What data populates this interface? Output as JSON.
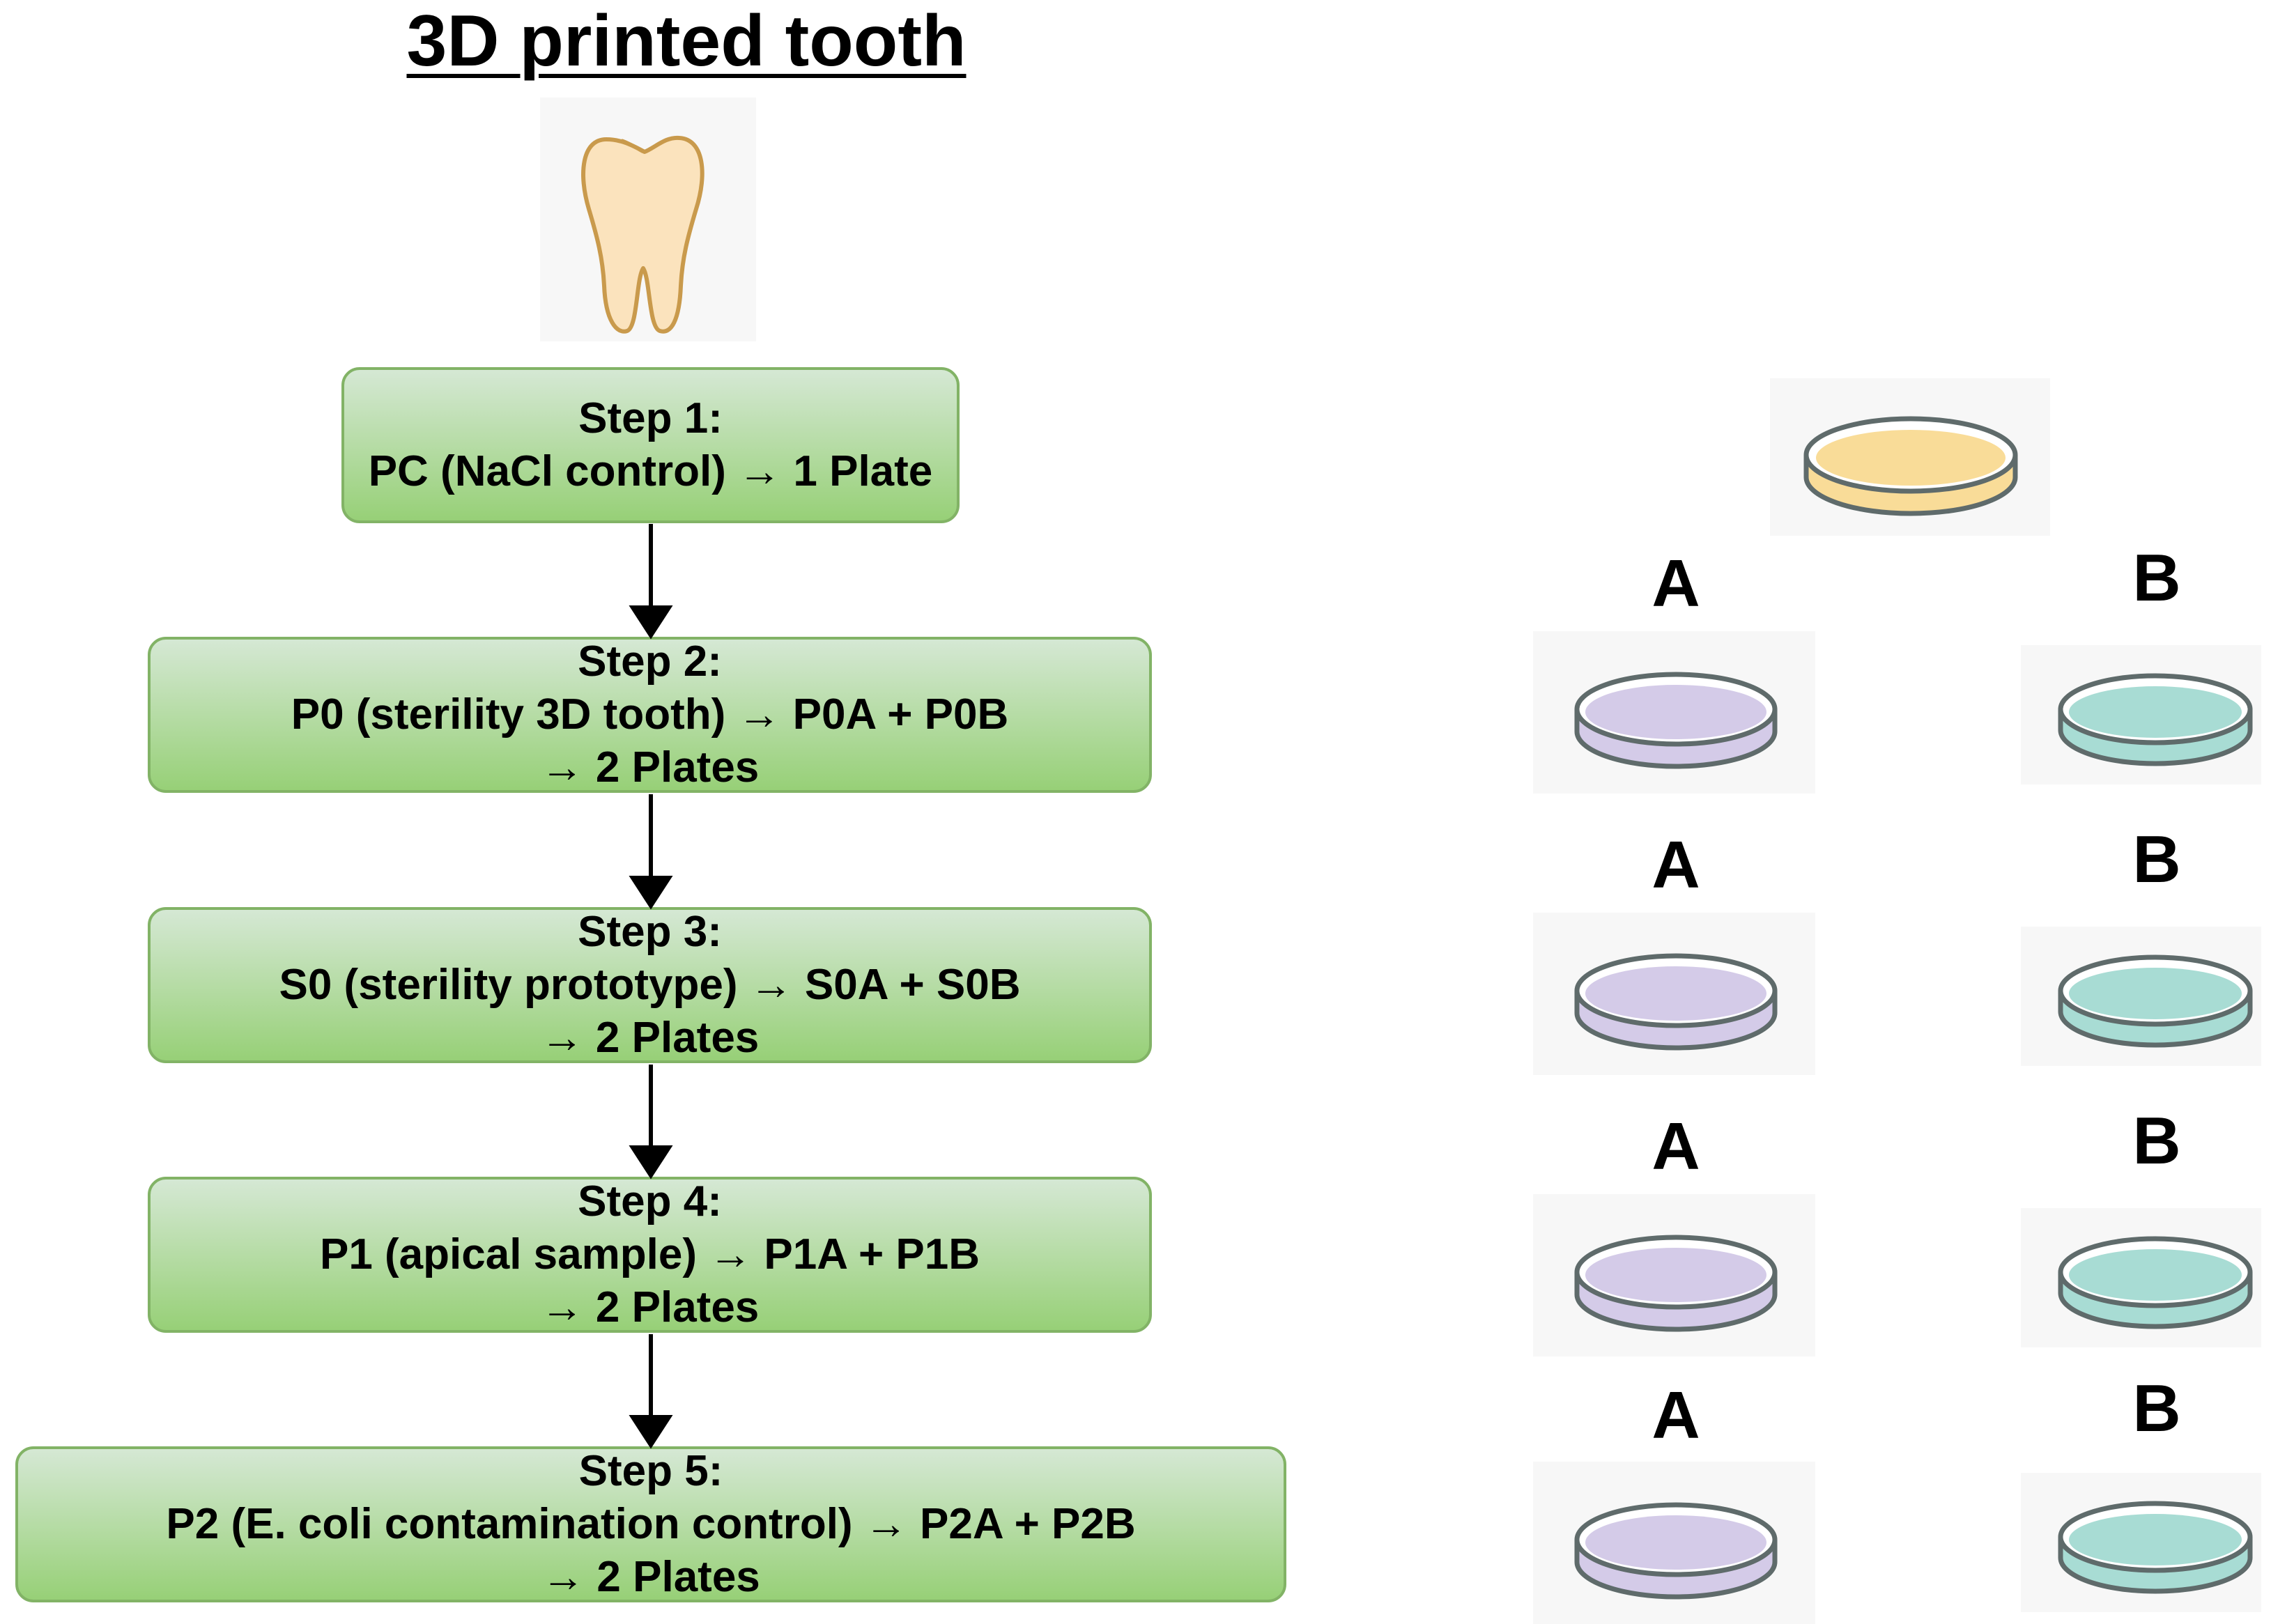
{
  "title": "3D printed tooth",
  "colors": {
    "step_fill_top": "#d5e8d4",
    "step_fill_bottom": "#97d077",
    "step_border": "#82b366",
    "plate_pc": "#f9dc98",
    "plate_a": "#d4cbe8",
    "plate_b": "#a8dcd4",
    "tooth": "#fbe3bd"
  },
  "steps": [
    {
      "heading": "Step 1:",
      "line1": "PC (NaCl control) → 1 Plate",
      "line2": ""
    },
    {
      "heading": "Step 2:",
      "line1": "P0 (sterility 3D tooth) → P0A + P0B",
      "line2": "→ 2 Plates"
    },
    {
      "heading": "Step 3:",
      "line1": "S0 (sterility prototype) → S0A + S0B",
      "line2": "→ 2 Plates"
    },
    {
      "heading": "Step 4:",
      "line1": "P1 (apical sample) → P1A + P1B",
      "line2": "→ 2 Plates"
    },
    {
      "heading": "Step 5:",
      "line1": "P2 (E. coli contamination control) → P2A + P2B",
      "line2": "→ 2 Plates"
    }
  ],
  "plate_labels": {
    "a": "A",
    "b": "B"
  }
}
